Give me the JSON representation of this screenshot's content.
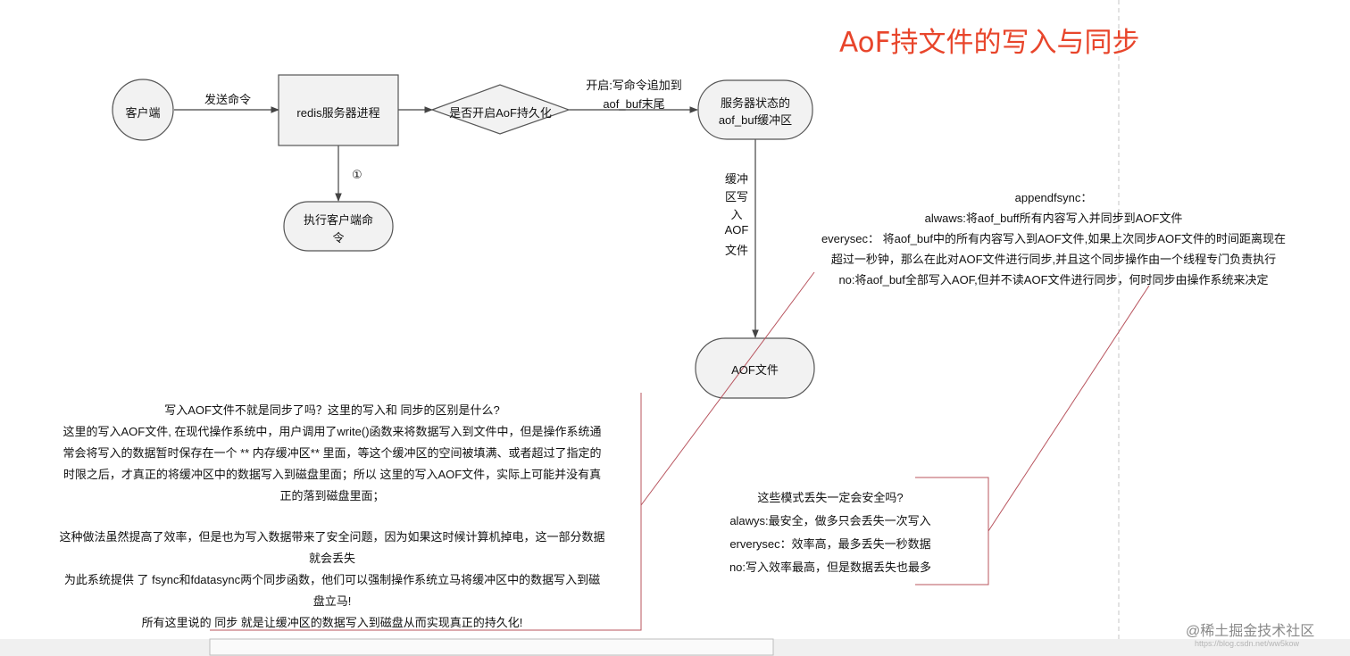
{
  "title": "AoF持文件的写入与同步",
  "nodes": {
    "client": "客户端",
    "redis_server": "redis服务器进程",
    "decision": "是否开启AoF持久化",
    "execute": [
      "执行客户端命",
      "令"
    ],
    "buffer": [
      "服务器状态的",
      "aof_buf缓冲区"
    ],
    "aof_file": "AOF文件"
  },
  "edges": {
    "send_command": "发送命令",
    "enabled": [
      "开启:写命令追加到",
      "aof_buf末尾"
    ],
    "step_one": "①",
    "write_buffer": [
      "缓冲",
      "区写",
      "入",
      "AOF",
      "文件"
    ]
  },
  "appendfsync": {
    "heading": "appendfsync：",
    "lines": [
      "alwaws:将aof_buff所有内容写入并同步到AOF文件",
      "everysec：  将aof_buf中的所有内容写入到AOF文件,如果上次同步AOF文件的时间距离现在",
      "超过一秒钟，那么在此对AOF文件进行同步,并且这个同步操作由一个线程专门负责执行",
      "no:将aof_buf全部写入AOF,但并不读AOF文件进行同步，何时同步由操作系统来决定"
    ]
  },
  "left_note": {
    "question": "写入AOF文件不就是同步了吗？这里的写入和 同步的区别是什么?",
    "paragraph1": [
      "这里的写入AOF文件, 在现代操作系统中，用户调用了write()函数来将数据写入到文件中，但是操作系统通",
      "常会将写入的数据暂时保存在一个 ** 内存缓冲区** 里面，等这个缓冲区的空间被填满、或者超过了指定的",
      "时限之后，才真正的将缓冲区中的数据写入到磁盘里面；所以 这里的写入AOF文件，实际上可能并没有真",
      "正的落到磁盘里面；"
    ],
    "paragraph2": [
      "这种做法虽然提高了效率，但是也为写入数据带来了安全问题，因为如果这时候计算机掉电，这一部分数据",
      "就会丢失"
    ],
    "paragraph3": [
      "为此系统提供 了 fsync和fdatasync两个同步函数，他们可以强制操作系统立马将缓冲区中的数据写入到磁",
      "盘立马!"
    ],
    "conclusion": "所有这里说的 同步 就是让缓冲区的数据写入到磁盘从而实现真正的持久化!"
  },
  "right_note": {
    "question": "这些模式丢失一定会安全吗?",
    "lines": [
      "alawys:最安全，做多只会丢失一次写入",
      "erverysec：效率高，最多丢失一秒数据",
      "no:写入效率最高，但是数据丢失也最多"
    ]
  },
  "watermark": {
    "main": "@稀土掘金技术社区",
    "sub": "https://blog.csdn.net/ww5kow"
  },
  "colors": {
    "title": "#e8452b",
    "node_fill": "#f2f2f2",
    "node_stroke": "#555555",
    "edge": "#444444",
    "callout": "#b8545e",
    "divider": "#c4c4c4"
  }
}
